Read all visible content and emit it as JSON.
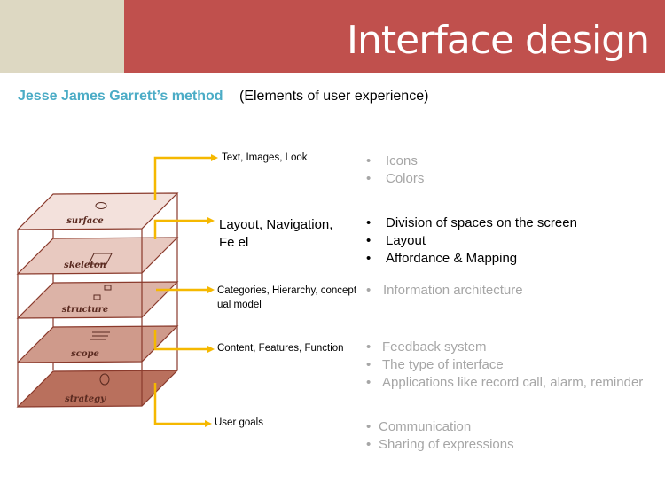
{
  "header": {
    "title": "Interface design"
  },
  "subtitle": "Jesse James Garrett’s method",
  "subnote": "(Elements of user experience)",
  "diagram": {
    "planes": [
      {
        "name": "surface",
        "label": "Text, Images, Look"
      },
      {
        "name": "skeleton",
        "label": "Layout, Navigation, Fe el"
      },
      {
        "name": "structure",
        "label": "Categories, Hierarchy, concept ual model"
      },
      {
        "name": "scope",
        "label": "Content, Features, Function"
      },
      {
        "name": "strategy",
        "label": "User goals"
      }
    ],
    "arrow_color": "#f5b800"
  },
  "details": {
    "surface": [
      "Icons",
      "Colors"
    ],
    "skeleton": [
      "Division of spaces on the screen",
      "Layout",
      "Affordance & Mapping"
    ],
    "structure": [
      "Information architecture"
    ],
    "scope": [
      "Feedback system",
      "The type of interface",
      "Applications like record call, alarm, reminder"
    ],
    "strategy": [
      "Communication",
      "Sharing of expressions"
    ]
  }
}
